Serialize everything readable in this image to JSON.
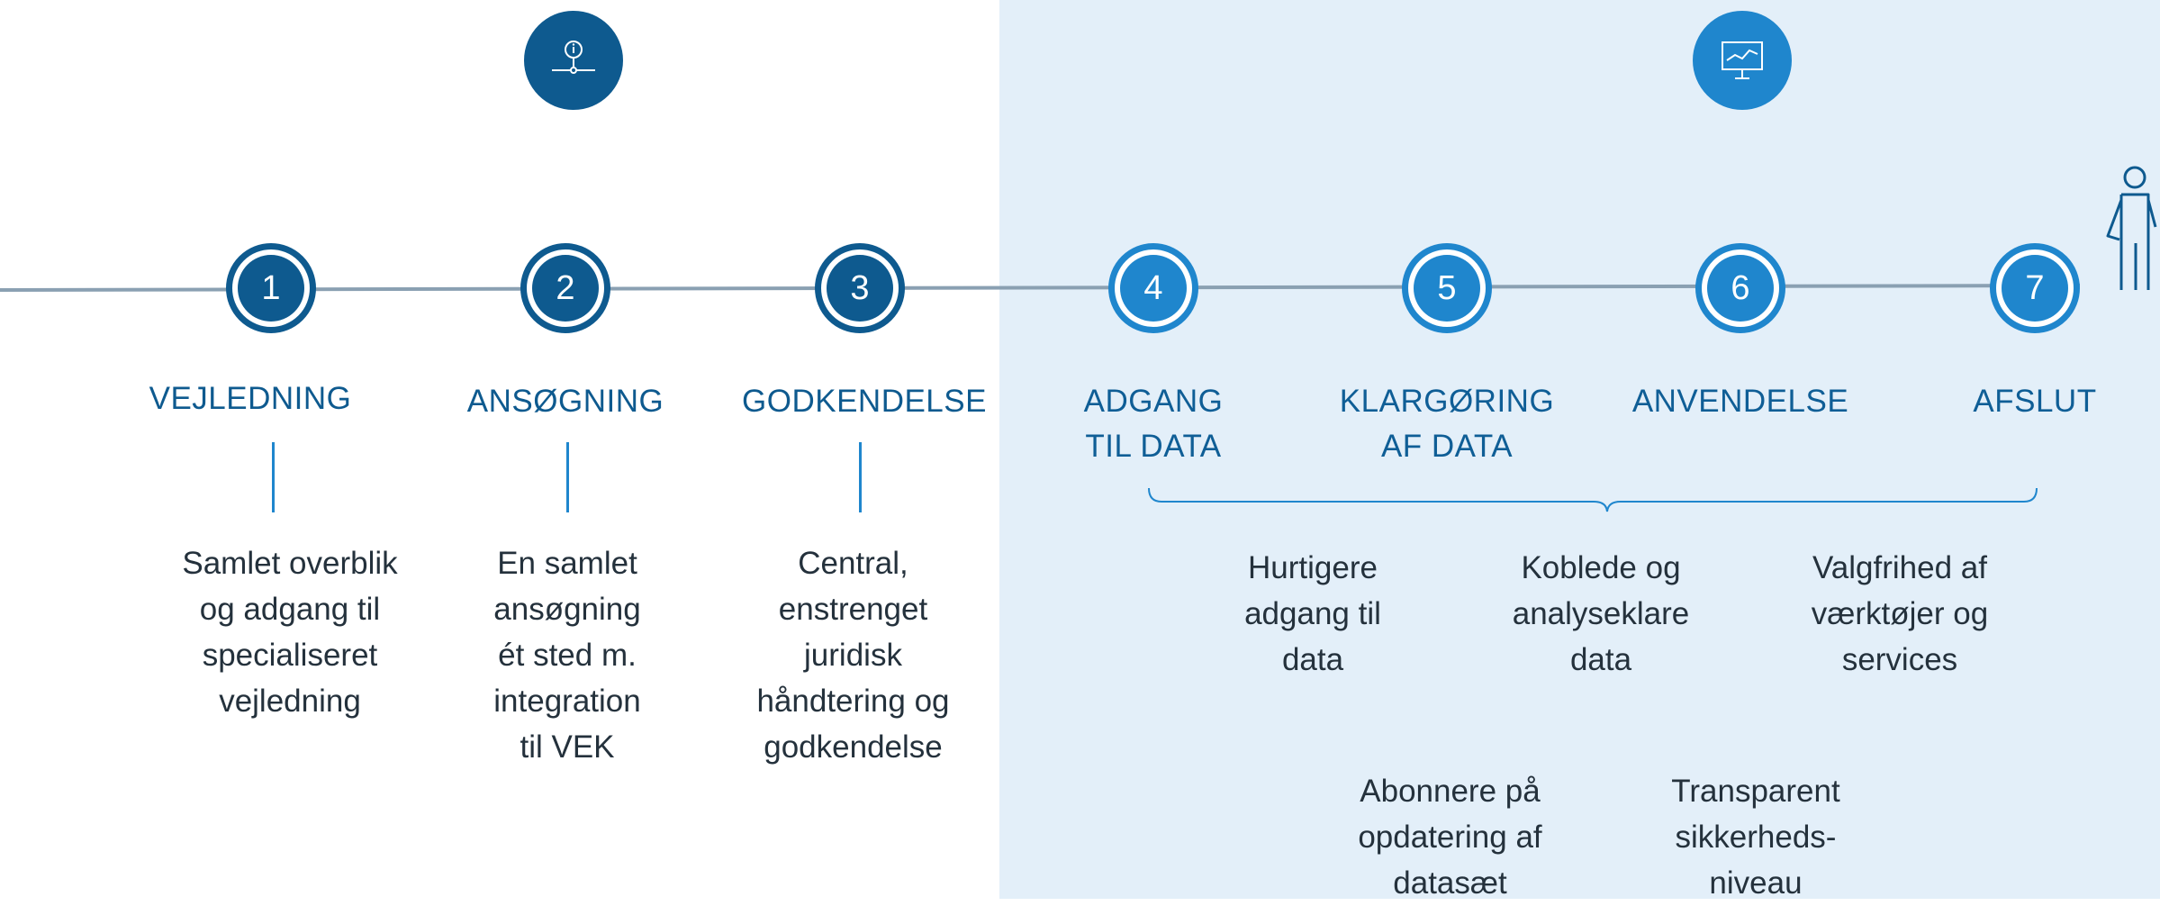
{
  "phase_icons": [
    {
      "icon": "info-node-icon",
      "color": "#0e5a8f"
    },
    {
      "icon": "presentation-chart-icon",
      "color": "#1f86cd"
    }
  ],
  "steps": [
    {
      "number": "1",
      "heading": "VEJLEDNING",
      "description": "Samlet overblik og adgang til specialiseret vejledning"
    },
    {
      "number": "2",
      "heading": "ANSØGNING",
      "description": "En samlet ansøgning ét sted m. integration til VEK"
    },
    {
      "number": "3",
      "heading": "GODKENDELSE",
      "description": "Central, enstrenget juridisk håndtering og godkendelse"
    },
    {
      "number": "4",
      "heading_line1": "ADGANG",
      "heading_line2": "TIL DATA"
    },
    {
      "number": "5",
      "heading_line1": "KLARGØRING",
      "heading_line2": "AF DATA"
    },
    {
      "number": "6",
      "heading": "ANVENDELSE"
    },
    {
      "number": "7",
      "heading": "AFSLUT"
    }
  ],
  "benefits": [
    "Hurtigere adgang til data",
    "Koblede og analyseklare data",
    "Valgfrihed af værktøjer og services",
    "Abonnere på opdatering af datasæt",
    "Transparent sikkerheds- niveau"
  ],
  "colors": {
    "dark_blue": "#0e5a8f",
    "light_blue": "#1f86cd",
    "panel_bg": "#e3eff9",
    "line": "#8aa0b2"
  }
}
